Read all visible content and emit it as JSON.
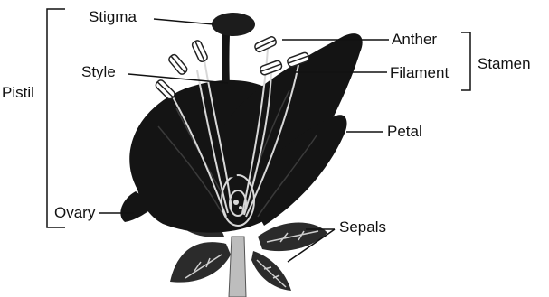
{
  "labels": {
    "stigma": "Stigma",
    "style": "Style",
    "pistil": "Pistil",
    "ovary": "Ovary",
    "anther": "Anther",
    "filament": "Filament",
    "stamen": "Stamen",
    "petal": "Petal",
    "sepals": "Sepals"
  },
  "colors": {
    "ink": "#111111",
    "petal": "#141414",
    "leaf": "#2b2b2b",
    "highlight": "#d8d8d8"
  }
}
